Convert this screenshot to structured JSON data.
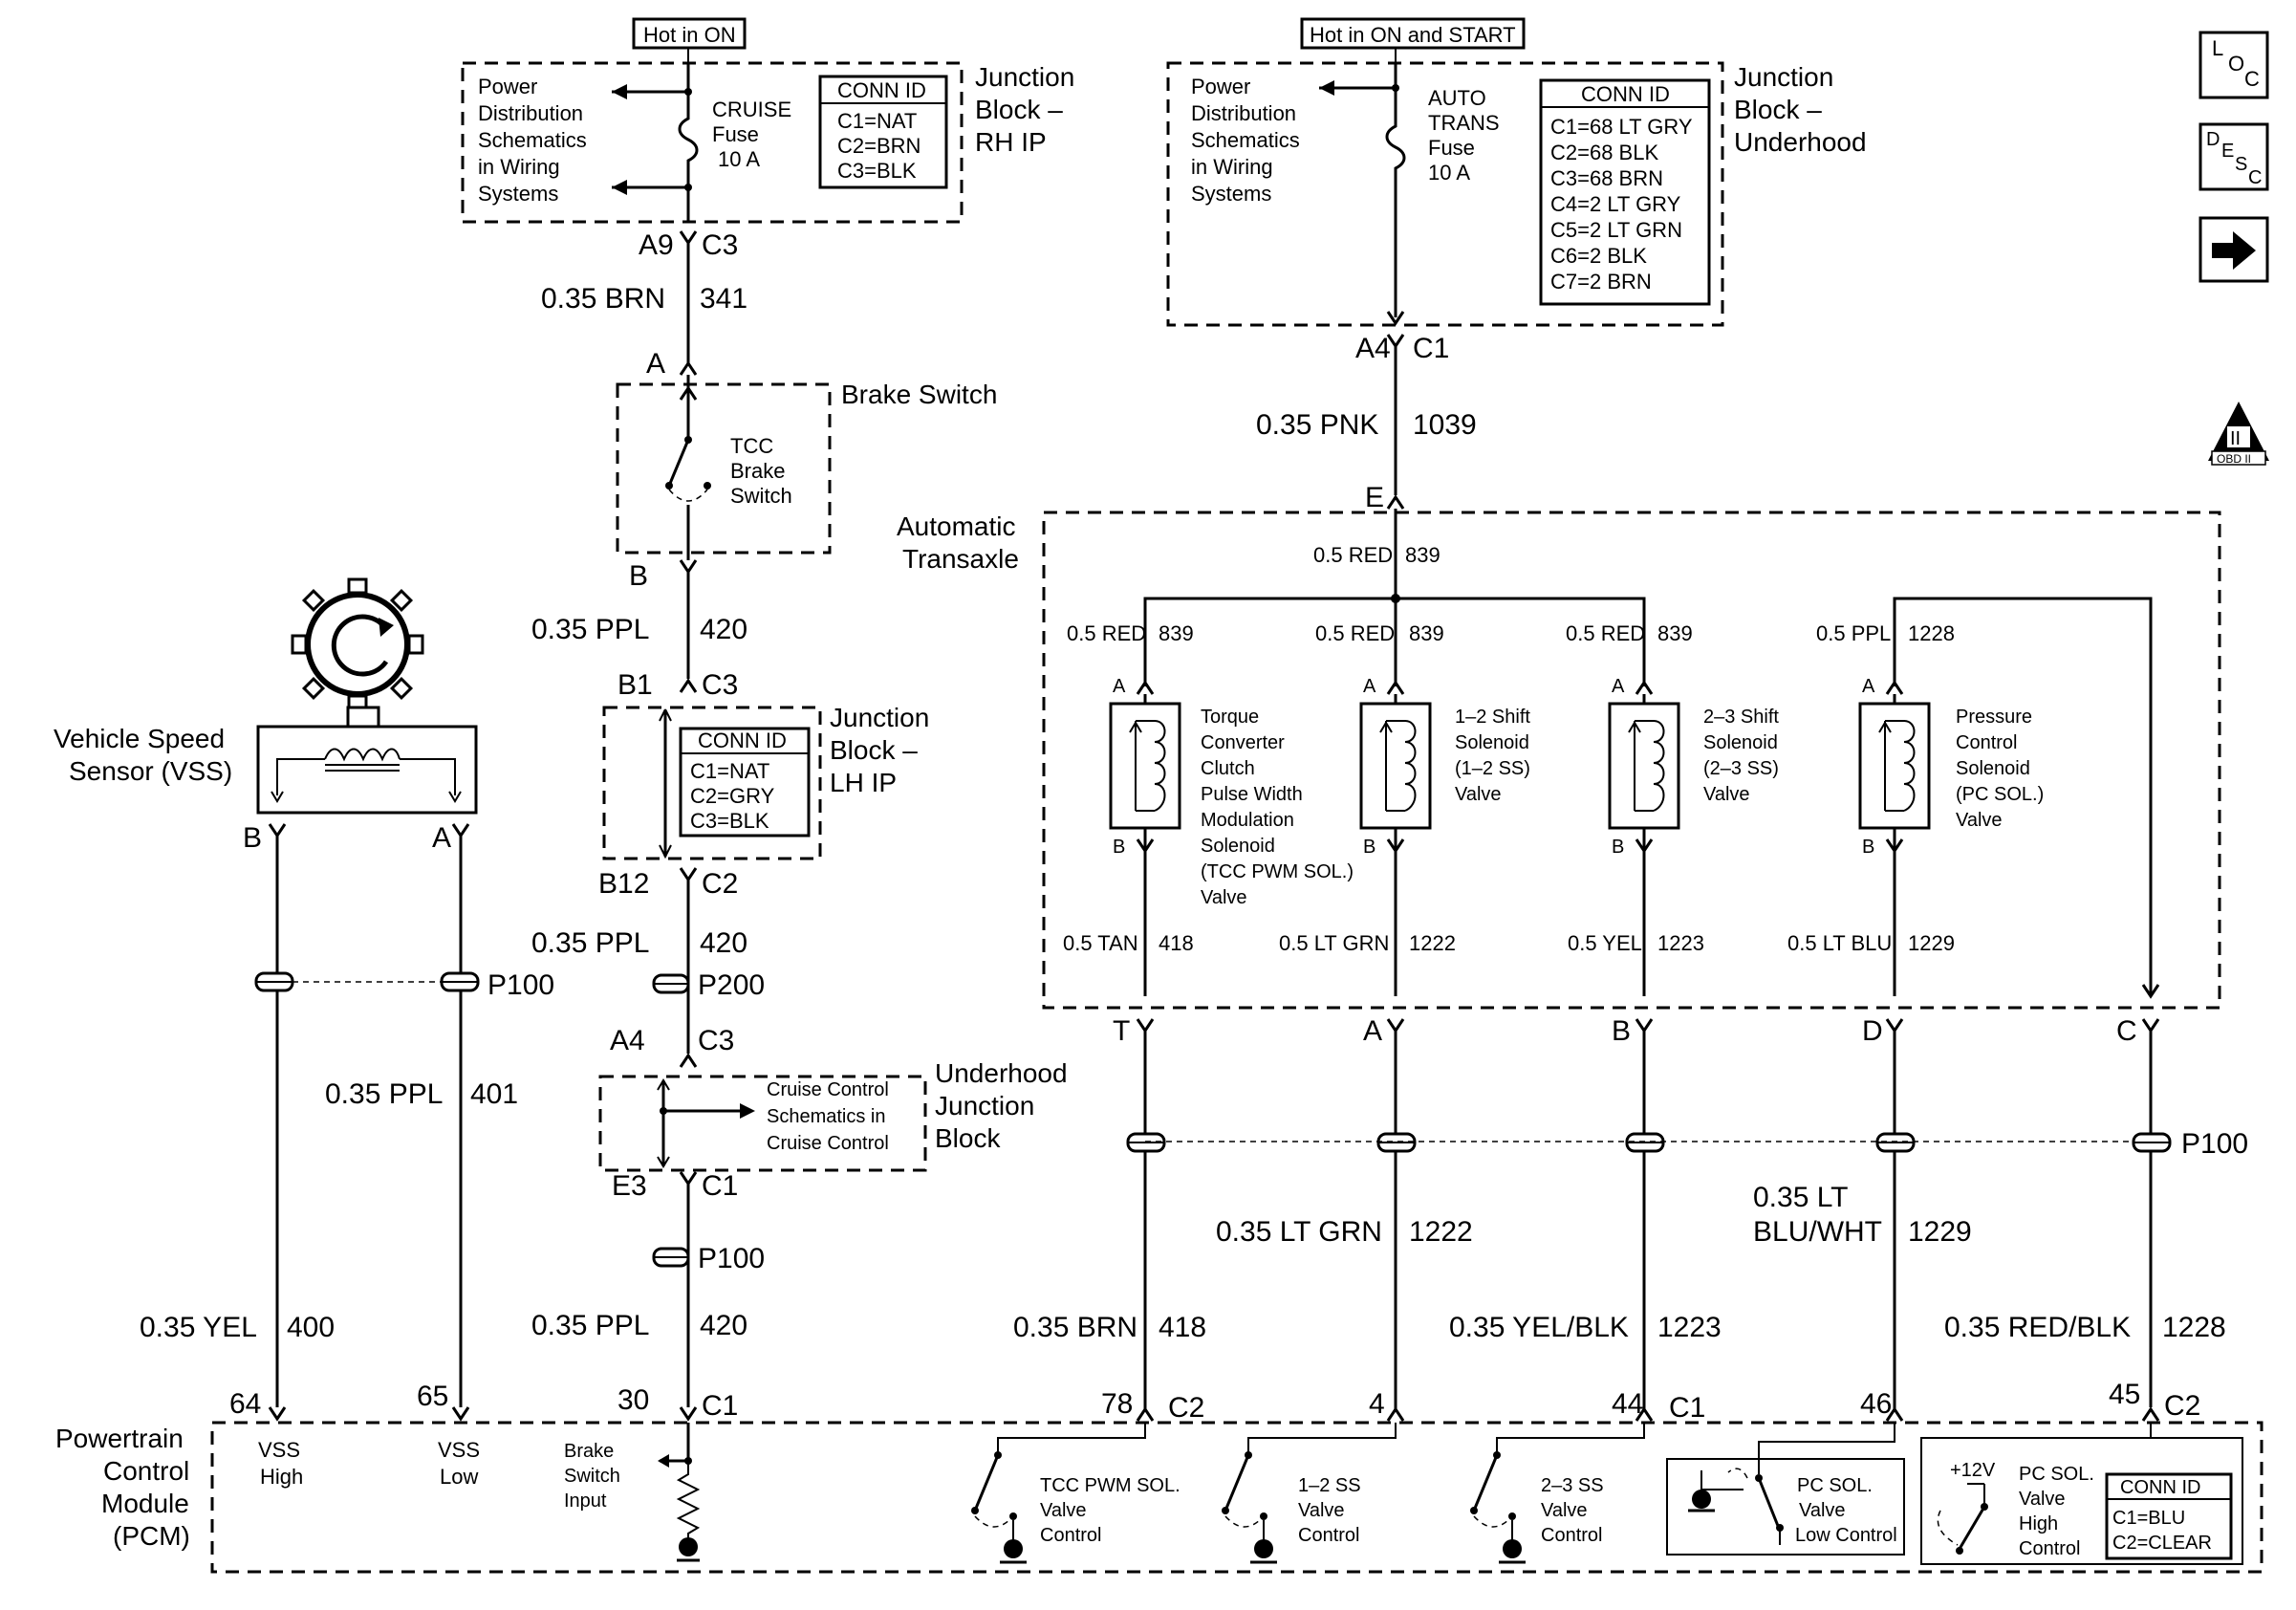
{
  "icons": {
    "loc": {
      "top": "L",
      "mid": "O",
      "bot": "C"
    },
    "desc": {
      "top": "D",
      "mid": "E",
      "bot": "S",
      "last": "C"
    },
    "obd": {
      "roman": "II",
      "label": "OBD II"
    }
  },
  "power": {
    "rh_hot": "Hot in ON",
    "uh_hot": "Hot in ON and START",
    "rh_pds": [
      "Power",
      "Distribution",
      "Schematics",
      "in Wiring",
      "Systems"
    ],
    "uh_pds": [
      "Power",
      "Distribution",
      "Schematics",
      "in Wiring",
      "Systems"
    ],
    "rh_fuse": [
      "CRUISE",
      "Fuse",
      "10 A"
    ],
    "uh_fuse": [
      "AUTO",
      "TRANS",
      "Fuse",
      "10 A"
    ],
    "rh_conn": {
      "title": "CONN ID",
      "rows": [
        "C1=NAT",
        "C2=BRN",
        "C3=BLK"
      ]
    },
    "uh_conn": {
      "title": "CONN ID",
      "rows": [
        "C1=68 LT GRY",
        "C2=68 BLK",
        "C3=68 BRN",
        "C4=2 LT GRY",
        "C5=2 LT GRN",
        "C6=2 BLK",
        "C7=2 BRN"
      ]
    },
    "rh_name": [
      "Junction",
      "Block –",
      "RH IP"
    ],
    "uh_name": [
      "Junction",
      "Block –",
      "Underhood"
    ]
  },
  "brake_circuit": {
    "a9": "A9",
    "c3": "C3",
    "w341": {
      "gauge": "0.35 BRN",
      "num": "341"
    },
    "pin_a": "A",
    "pin_b": "B",
    "brake_title": "Brake Switch",
    "tcc_brake": [
      "TCC",
      "Brake",
      "Switch"
    ],
    "w420a": {
      "gauge": "0.35 PPL",
      "num": "420"
    },
    "b1": "B1",
    "c3b": "C3",
    "lh_conn": {
      "title": "CONN ID",
      "rows": [
        "C1=NAT",
        "C2=GRY",
        "C3=BLK"
      ]
    },
    "lh_name": [
      "Junction",
      "Block –",
      "LH IP"
    ],
    "b12": "B12",
    "c2": "C2",
    "w420b": {
      "gauge": "0.35 PPL",
      "num": "420"
    },
    "p200": "P200",
    "a4": "A4",
    "c3c": "C3",
    "cruise_ref": [
      "Cruise Control",
      "Schematics in",
      "Cruise Control"
    ],
    "uhjb_name": [
      "Underhood",
      "Junction",
      "Block"
    ],
    "e3": "E3",
    "c1": "C1",
    "p100": "P100",
    "w420c": {
      "gauge": "0.35 PPL",
      "num": "420"
    },
    "pin30": "30",
    "c1b": "C1"
  },
  "vss": {
    "name": [
      "Vehicle Speed",
      "Sensor (VSS)"
    ],
    "pin_b": "B",
    "pin_a": "A",
    "p100": "P100",
    "w401": {
      "gauge": "0.35 PPL",
      "num": "401"
    },
    "w400": {
      "gauge": "0.35 YEL",
      "num": "400"
    },
    "pin64": "64",
    "pin65": "65"
  },
  "transaxle": {
    "a4": "A4",
    "c1": "C1",
    "w1039": {
      "gauge": "0.35 PNK",
      "num": "1039"
    },
    "pin_e": "E",
    "name": [
      "Automatic",
      "Transaxle"
    ],
    "feed": {
      "gauge": "0.5 RED",
      "num": "839"
    },
    "solenoids": [
      {
        "in_gauge": "0.5 RED",
        "in_num": "839",
        "name": [
          "Torque",
          "Converter",
          "Clutch",
          "Pulse Width",
          "Modulation",
          "Solenoid",
          "(TCC PWM SOL.)",
          "Valve"
        ],
        "out_gauge": "0.5 TAN",
        "out_num": "418",
        "conn_pin": "T",
        "wire": {
          "gauge": "0.35 BRN",
          "num": "418"
        },
        "pcm_pin": "78",
        "pcm_conn": "C2"
      },
      {
        "in_gauge": "0.5 RED",
        "in_num": "839",
        "name": [
          "1–2 Shift",
          "Solenoid",
          "(1–2 SS)",
          "Valve"
        ],
        "out_gauge": "0.5 LT GRN",
        "out_num": "1222",
        "conn_pin": "A",
        "wire": {
          "gauge": "0.35 LT GRN",
          "num": "1222"
        },
        "pcm_pin": "4",
        "pcm_conn": ""
      },
      {
        "in_gauge": "0.5 RED",
        "in_num": "839",
        "name": [
          "2–3 Shift",
          "Solenoid",
          "(2–3 SS)",
          "Valve"
        ],
        "out_gauge": "0.5 YEL",
        "out_num": "1223",
        "conn_pin": "B",
        "wire": {
          "gauge": "0.35 YEL/BLK",
          "num": "1223"
        },
        "pcm_pin": "44",
        "pcm_conn": "C1"
      },
      {
        "in_gauge": "0.5 PPL",
        "in_num": "1228",
        "name": [
          "Pressure",
          "Control",
          "Solenoid",
          "(PC SOL.)",
          "Valve"
        ],
        "out_gauge": "0.5 LT BLU",
        "out_num": "1229",
        "conn_pin": "D",
        "wire": {
          "gauge": "0.35 LT",
          "gauge2": "BLU/WHT",
          "num": "1229"
        },
        "pcm_pin": "46",
        "pcm_conn": ""
      }
    ],
    "pin_c": "C",
    "w1228": {
      "gauge": "0.35 RED/BLK",
      "num": "1228"
    },
    "pcm_pin45": "45",
    "pcm_conn45": "C2",
    "p100": "P100",
    "sol_pin_a": "A",
    "sol_pin_b": "B"
  },
  "pcm": {
    "name": [
      "Powertrain",
      "Control",
      "Module",
      "(PCM)"
    ],
    "vss_high": [
      "VSS",
      "High"
    ],
    "vss_low": [
      "VSS",
      "Low"
    ],
    "brake_input": [
      "Brake",
      "Switch",
      "Input"
    ],
    "tcc_ctrl": [
      "TCC PWM SOL.",
      "Valve",
      "Control"
    ],
    "ss12_ctrl": [
      "1–2 SS",
      "Valve",
      "Control"
    ],
    "ss23_ctrl": [
      "2–3 SS",
      "Valve",
      "Control"
    ],
    "pc_low": [
      "PC SOL.",
      "Valve",
      "Low Control"
    ],
    "pc_high": [
      "PC SOL.",
      "Valve",
      "High",
      "Control"
    ],
    "v12": "+12V",
    "conn": {
      "title": "CONN ID",
      "rows": [
        "C1=BLU",
        "C2=CLEAR"
      ]
    }
  }
}
